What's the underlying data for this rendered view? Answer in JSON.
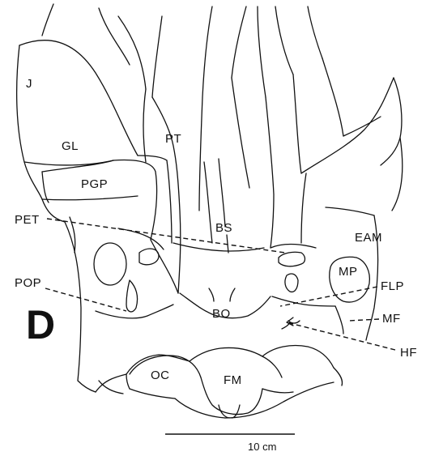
{
  "figure": {
    "panel_letter": "D",
    "labels": {
      "j": "J",
      "gl": "GL",
      "pt": "PT",
      "pgp": "PGP",
      "bs": "BS",
      "pet": "PET",
      "eam": "EAM",
      "mp": "MP",
      "pop": "POP",
      "flp": "FLP",
      "bo": "BO",
      "mf": "MF",
      "hf": "HF",
      "oc": "OC",
      "fm": "FM"
    },
    "scale_bar": {
      "label": "10 cm"
    }
  }
}
